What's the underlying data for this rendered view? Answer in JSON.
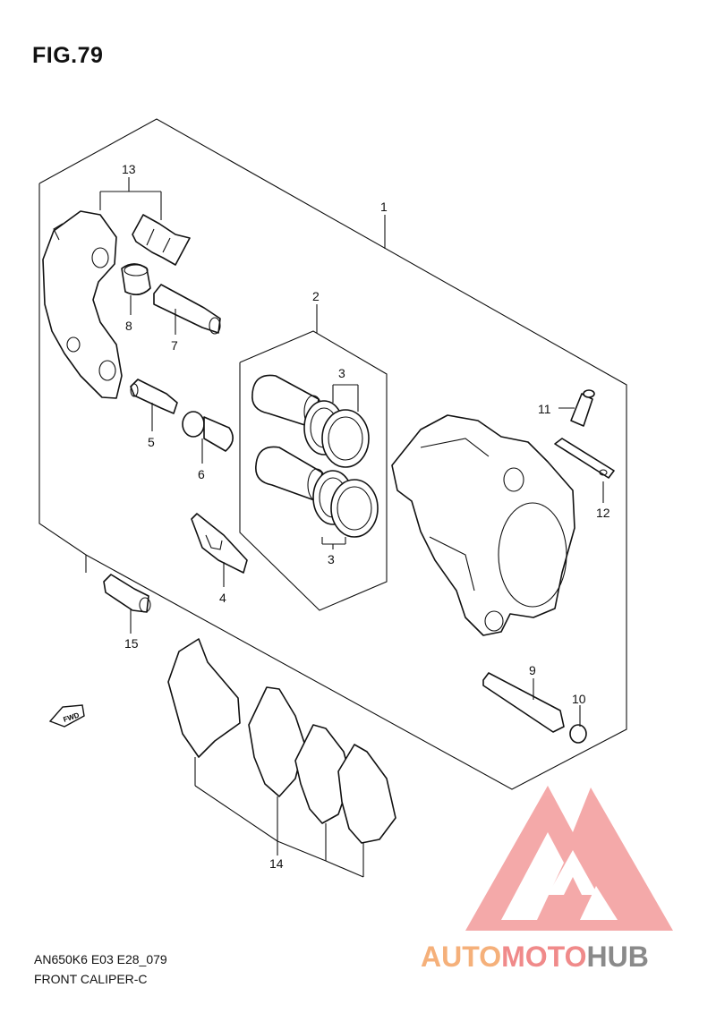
{
  "figure": {
    "title": "FIG.79",
    "model_code": "AN650K6 E03 E28_079",
    "section_name": "FRONT CALIPER-C"
  },
  "direction_marker": {
    "label": "FWD",
    "icon": "forward-arrow-icon"
  },
  "callouts": {
    "p1": "1",
    "p2": "2",
    "p3a": "3",
    "p3b": "3",
    "p4": "4",
    "p5": "5",
    "p6": "6",
    "p7": "7",
    "p8": "8",
    "p9": "9",
    "p10": "10",
    "p11": "11",
    "p12": "12",
    "p13": "13",
    "p14": "14",
    "p15": "15"
  },
  "watermark": {
    "text_part1": "AUTO",
    "text_part2": "MOTO",
    "text_part3": "HUB",
    "logo_icon": "triangle-m-logo-icon",
    "colors": {
      "orange": "#f5b07a",
      "red": "#f08a8a",
      "gray": "#8a8a8a"
    }
  }
}
